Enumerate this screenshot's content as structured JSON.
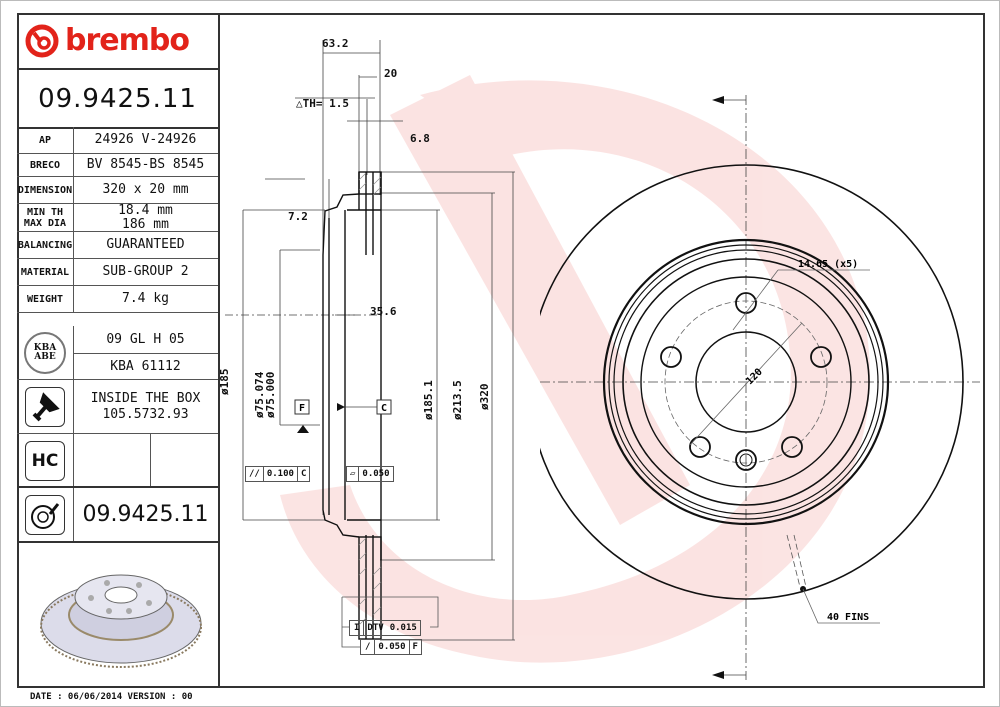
{
  "brand": {
    "name": "brembo",
    "color": "#e2231a"
  },
  "part_number": "09.9425.11",
  "specs": [
    {
      "label": "AP",
      "value": "24926 V-24926"
    },
    {
      "label": "BRECO",
      "value": "BV 8545-BS 8545"
    },
    {
      "label": "DIMENSION",
      "value": "320 x 20 mm"
    },
    {
      "label": "MIN TH\nMAX DIA",
      "value": "18.4 mm\n186 mm"
    },
    {
      "label": "BALANCING",
      "value": "GUARANTEED"
    },
    {
      "label": "MATERIAL",
      "value": "SUB-GROUP 2"
    },
    {
      "label": "WEIGHT",
      "value": "7.4 kg"
    }
  ],
  "certification": {
    "badge_line1": "KBA",
    "badge_line2": "ABE",
    "code": "09 GL H 05",
    "kba": "KBA 61112"
  },
  "screws": {
    "line1": "INSIDE THE BOX",
    "line2": "105.5732.93"
  },
  "hc_badge": "HC",
  "footer_part_number": "09.9425.11",
  "footer": {
    "date_text": "DATE : 06/06/2014 VERSION : 00"
  },
  "drawing": {
    "section_dims": {
      "overall_height": "63.2",
      "thickness": "20",
      "delta_th": "△TH= 1.5",
      "vane": "6.8",
      "hat_wall": "7.2",
      "hat_depth": "35.6",
      "dia_185": "ø185",
      "dia_center_bore": "ø75.074\nø75.000",
      "dia_185_1": "ø185.1",
      "dia_213_5": "ø213.5",
      "dia_320": "ø320"
    },
    "datums": {
      "f": "F",
      "c": "C"
    },
    "tolerances": {
      "parallelism": {
        "symbol": "//",
        "value": "0.100",
        "datum": "C"
      },
      "flatness": {
        "symbol": "▱",
        "value": "0.050"
      },
      "dtv": {
        "label": "DTV",
        "value": "0.015"
      },
      "runout": {
        "symbol": "/",
        "value": "0.050",
        "datum": "F"
      }
    },
    "front_view": {
      "bolt_hole": "14.65 (x5)",
      "pcd": "120",
      "fins": "40 FINS"
    }
  }
}
